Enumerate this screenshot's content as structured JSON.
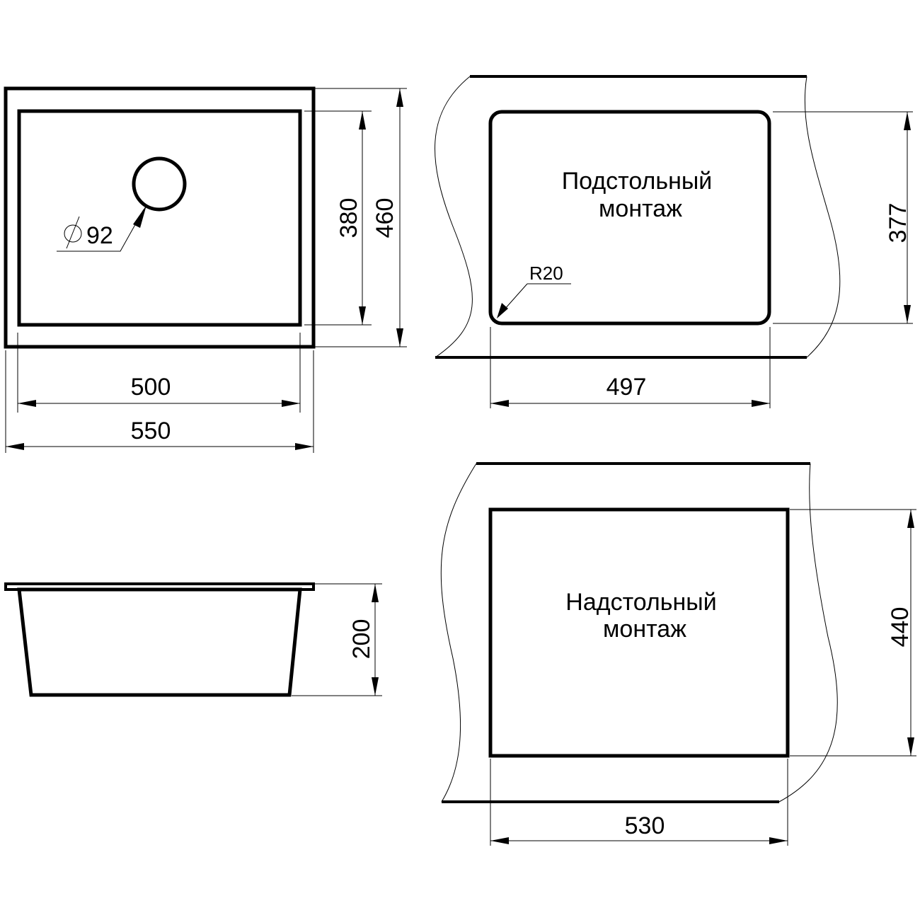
{
  "top_view": {
    "outer_width": "550",
    "inner_width": "500",
    "inner_height": "380",
    "outer_height": "460",
    "drain_diameter_symbol": "∅",
    "drain_diameter": "92"
  },
  "side_view": {
    "depth": "200"
  },
  "undermount": {
    "title_line1": "Подстольный",
    "title_line2": "монтаж",
    "cutout_width": "497",
    "cutout_height": "377",
    "corner_radius": "R20"
  },
  "overmount": {
    "title_line1": "Надстольный",
    "title_line2": "монтаж",
    "cutout_width": "530",
    "cutout_height": "440"
  }
}
